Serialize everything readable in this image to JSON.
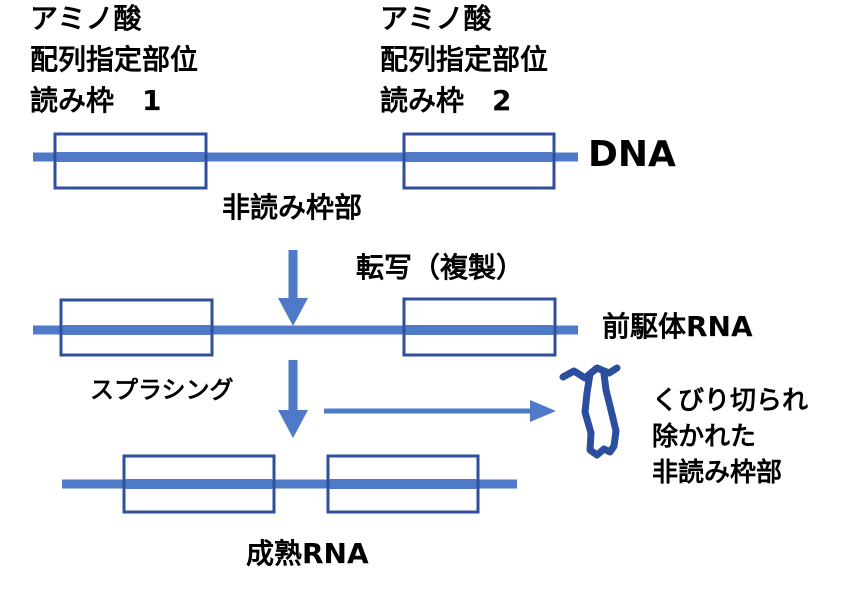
{
  "labels": {
    "orf1_line1": "アミノ酸",
    "orf1_line2": "配列指定部位",
    "orf1_line3": "読み枠　1",
    "orf2_line1": "アミノ酸",
    "orf2_line2": "配列指定部位",
    "orf2_line3": "読み枠　2",
    "dna": "DNA",
    "noncoding": "非読み枠部",
    "transcription": "転写（複製）",
    "precursor_rna": "前駆体RNA",
    "splicing": "スプラシング",
    "excised_line1": "くびり切られ",
    "excised_line2": "除かれた",
    "excised_line3": "非読み枠部",
    "mature_rna": "成熟RNA"
  },
  "colors": {
    "strand": "#4f7ac7",
    "box_border": "#2f4f9a",
    "excised": "#2b4f9e"
  }
}
